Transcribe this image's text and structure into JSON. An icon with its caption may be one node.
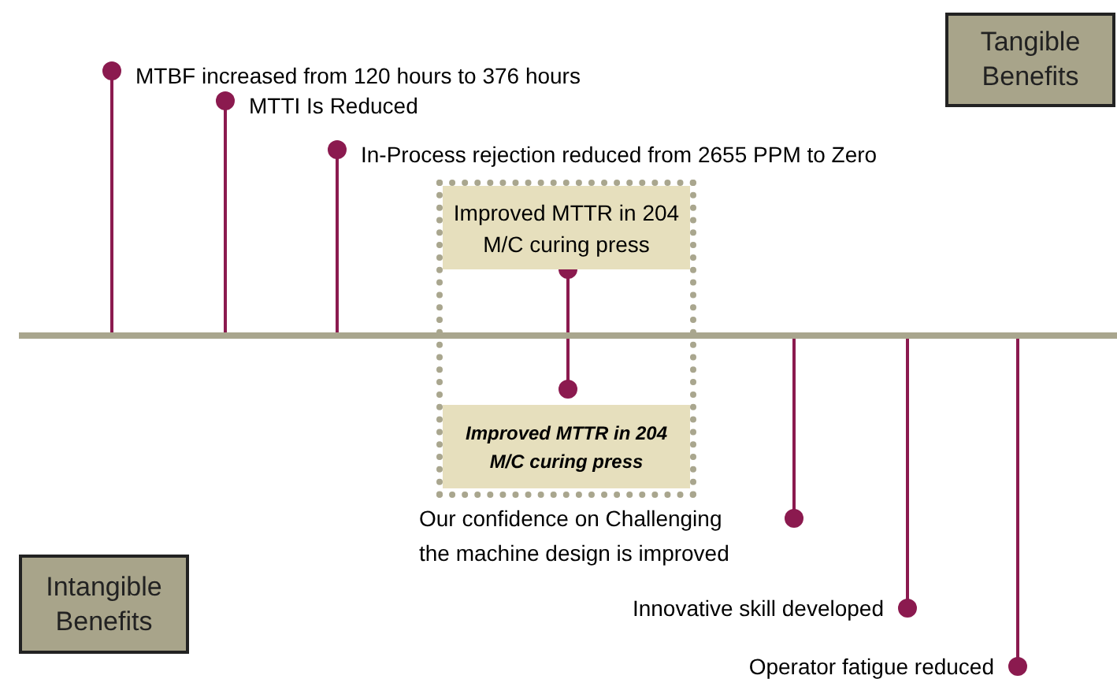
{
  "diagram": {
    "nodes": [
      {
        "text": [
          "Tangible Benefits"
        ]
      },
      {
        "text": [
          "MTBF increased from 120 hours to 376 hours"
        ]
      },
      {
        "text": [
          "MTTI Is Reduced"
        ]
      },
      {
        "text": [
          "In-Process rejection reduced from 2655 PPM to Zero"
        ]
      },
      {
        "text": [],
        "shape": "box"
      },
      {
        "text": [
          "Improved MTTR in 204 M/C curing press"
        ],
        "in": 4
      },
      {
        "text": [],
        "shape": "bar"
      },
      {
        "text": [
          "Improved MTTR in 204 M/C curing press"
        ],
        "in": 4
      },
      {
        "text": [
          "Our confidence on Challenging the machine design is improved"
        ]
      },
      {
        "text": [
          "Intangible Benefits"
        ]
      },
      {
        "text": [
          "Innovative skill developed"
        ]
      },
      {
        "text": [
          "Operator fatigue reduced"
        ]
      }
    ],
    "edges": [
      {
        "from": 6,
        "to": 1,
        "arrow": "other"
      },
      {
        "from": 6,
        "to": 2,
        "arrow": "other"
      },
      {
        "from": 6,
        "to": 3,
        "arrow": "other"
      },
      {
        "from": 5,
        "to": 7,
        "arrow": "other"
      },
      {
        "from": 6,
        "to": 8,
        "arrow": "other"
      },
      {
        "from": 6,
        "to": 10,
        "arrow": "other"
      },
      {
        "from": 6,
        "to": 11,
        "arrow": "other"
      }
    ]
  }
}
